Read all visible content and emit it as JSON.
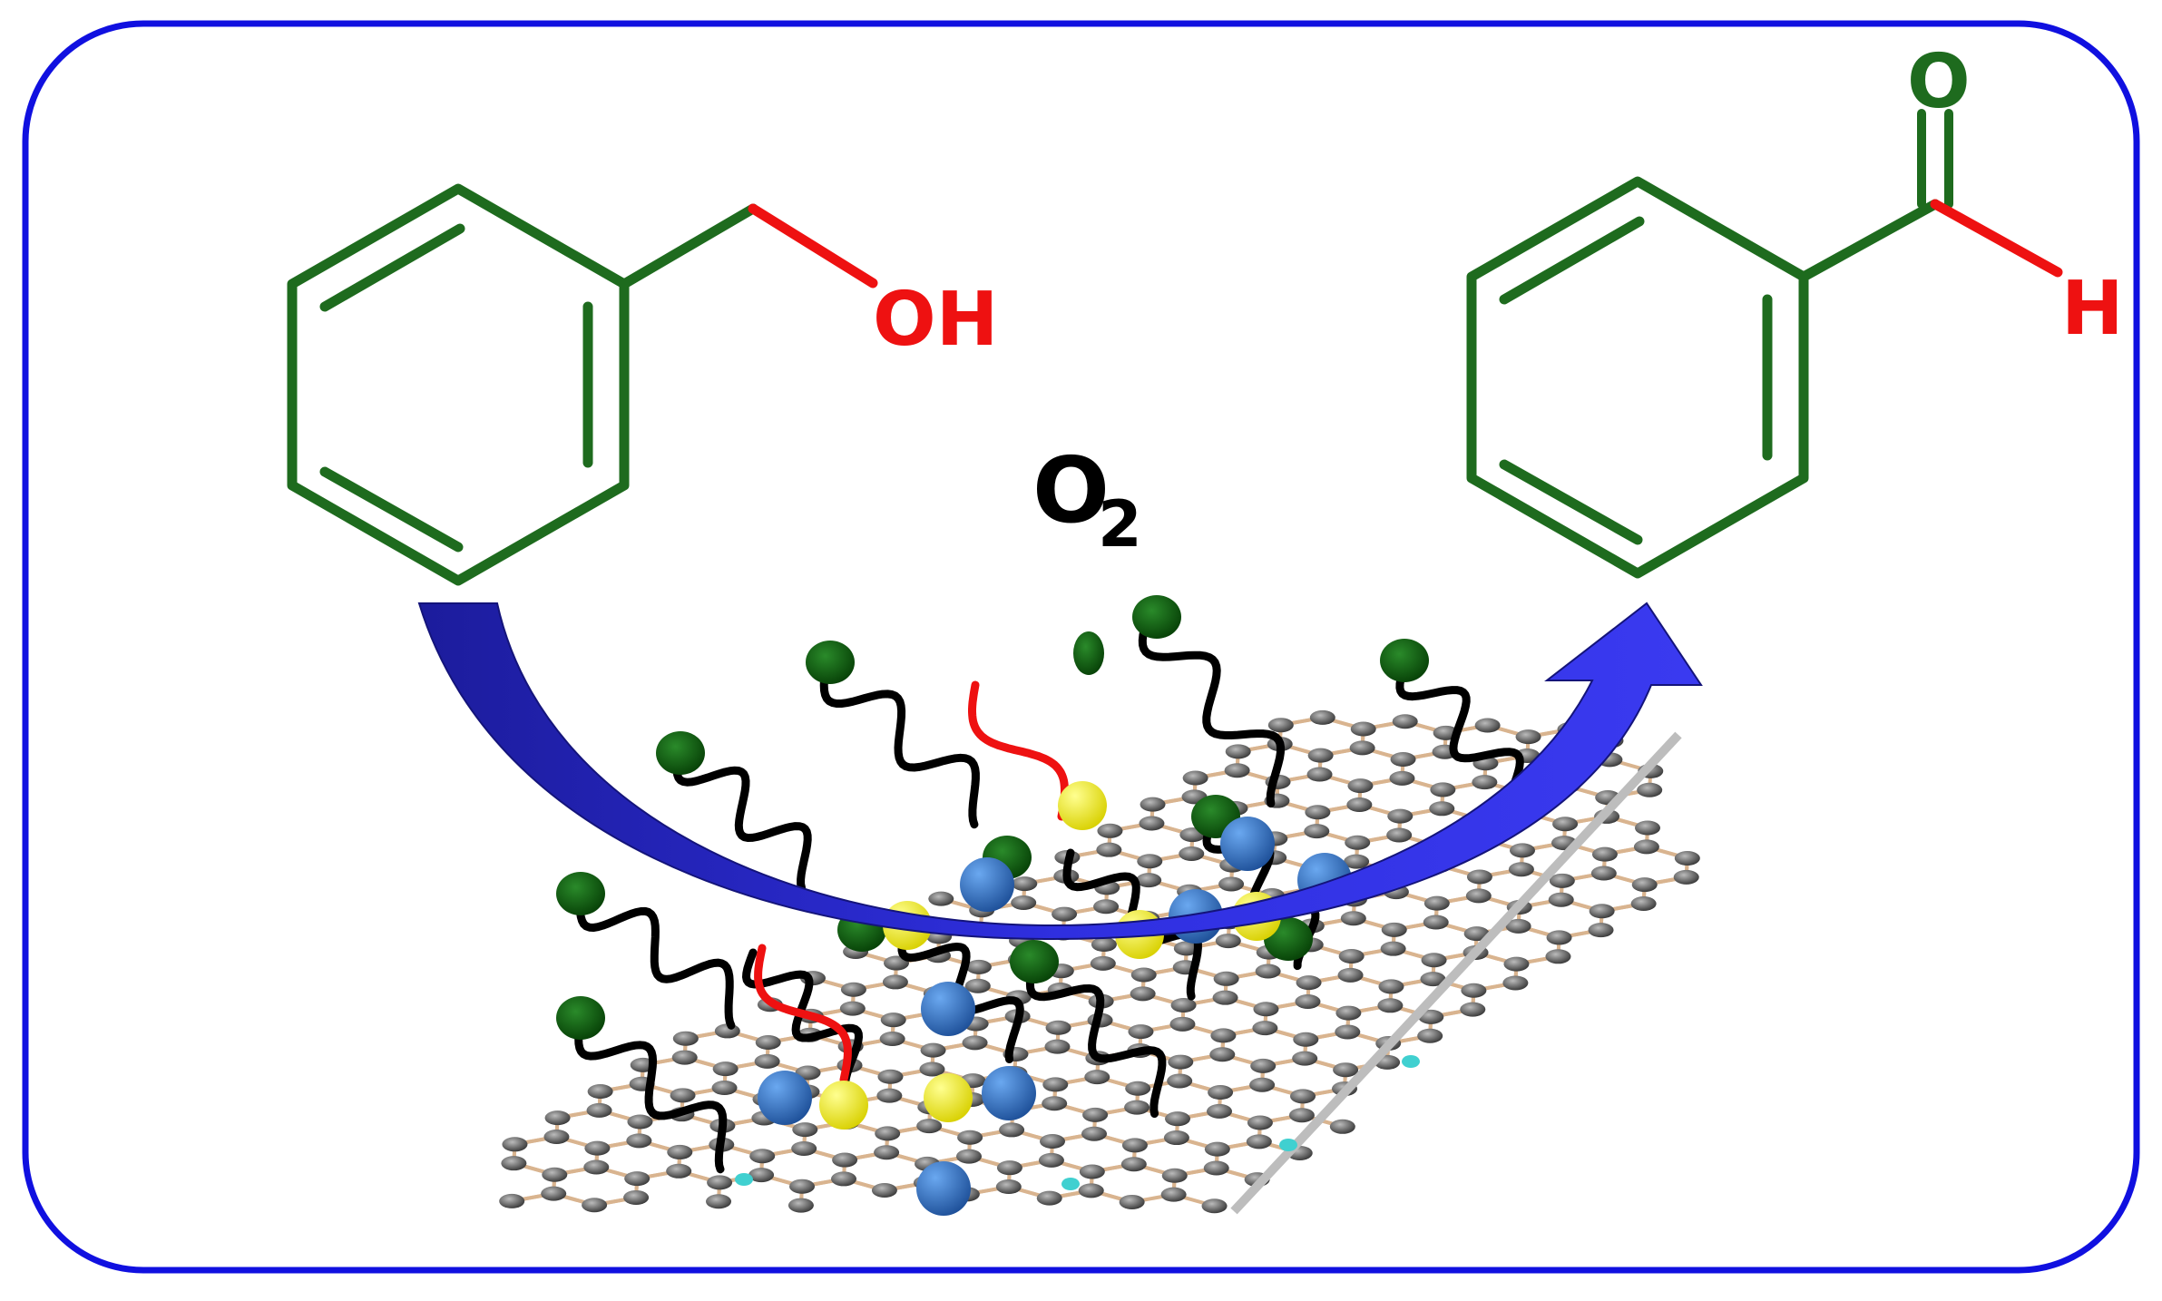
{
  "reactant": {
    "hydroxyl_label": "OH"
  },
  "reagent": {
    "oxidant_main": "O",
    "oxidant_subscript": "2"
  },
  "product": {
    "carbonyl_o_label": "O",
    "aldehyde_h_label": "H"
  },
  "colors": {
    "frame": "#1010e0",
    "molecule_bonds": "#1e6b1e",
    "heteroatom_bonds": "#ee1111",
    "arrow": "#2a2ad8",
    "ligand_chain": "#000000",
    "ligand_head": "#0d5c0d",
    "sulfur_atom": "#f5f000",
    "cobalt_atom": "#2b6cc4",
    "graphene_atom": "#555555",
    "graphene_bond": "#d9b48f",
    "edge_h_atom": "#40d0d0"
  }
}
